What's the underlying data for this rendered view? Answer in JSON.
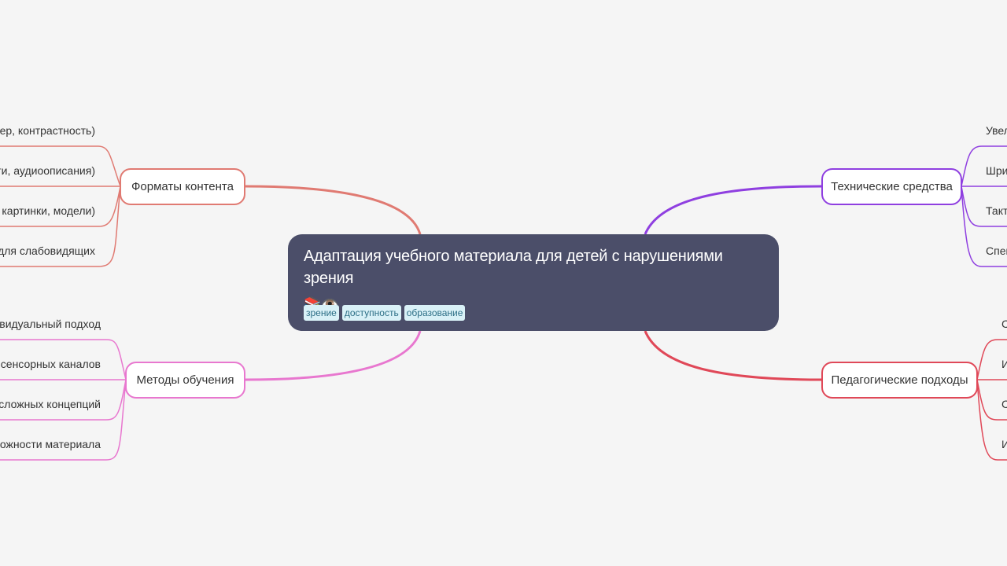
{
  "root": {
    "title": "Адаптация учебного материала для детей с нарушениями зрения",
    "emoji": "📚👁️",
    "tags": [
      "зрение",
      "доступность",
      "образование"
    ]
  },
  "branches": {
    "formats": {
      "label": "Форматы контента",
      "color": "#e07a72",
      "leaves": [
        "ер, контрастность)",
        "ги, аудиоописания)",
        "картинки, модели)",
        "для слабовидящих"
      ]
    },
    "methods": {
      "label": "Методы обучения",
      "color": "#e877cf",
      "leaves": [
        "видуальный подход",
        "х сенсорных каналов",
        "сложных концепций",
        "ложности материала"
      ]
    },
    "tech": {
      "label": "Технические средства",
      "color": "#8f3fe0",
      "leaves": [
        "Увел",
        "Шри",
        "Такт",
        "Спец"
      ]
    },
    "pedagogy": {
      "label": "Педагогические подходы",
      "color": "#e04858",
      "leaves": [
        "С",
        "И",
        "С",
        "И"
      ]
    }
  }
}
